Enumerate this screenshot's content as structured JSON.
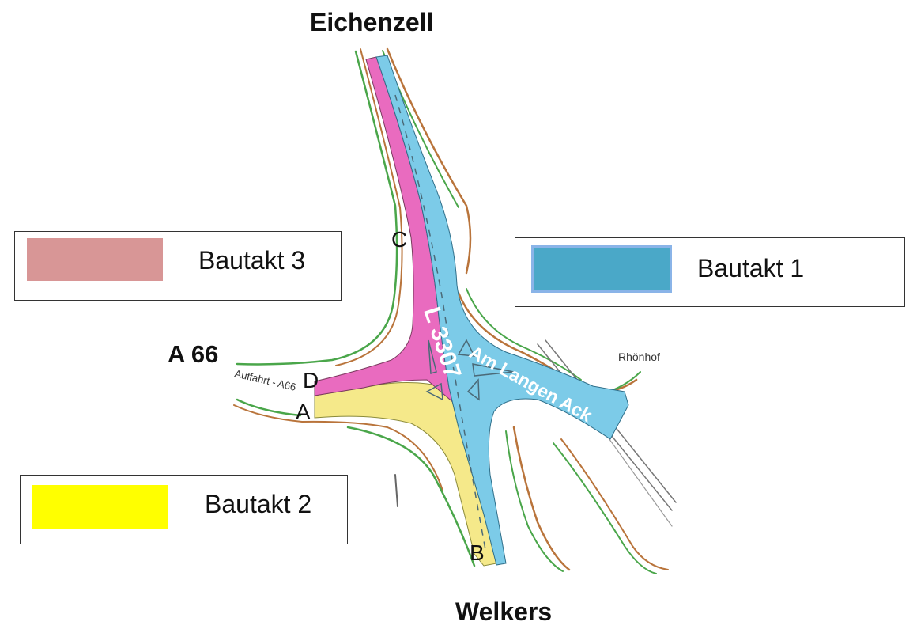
{
  "places": {
    "north": "Eichenzell",
    "south": "Welkers",
    "west": "A 66"
  },
  "legend": [
    {
      "label": "Bautakt 3",
      "color": "#d89696"
    },
    {
      "label": "Bautakt 1",
      "color": "#4aa8c8"
    },
    {
      "label": "Bautakt 2",
      "color": "#ffff00"
    }
  ],
  "map": {
    "road_main": "L 3307",
    "road_east": "Am Langen Ack",
    "ramp_label": "Auffahrt - A66",
    "locality": "Rhönhof",
    "points": [
      "A",
      "B",
      "C",
      "D"
    ],
    "colors": {
      "phase1": "#7ccbe8",
      "phase2": "#f5e98a",
      "phase3": "#e96bbf",
      "line_green": "#4aa64a",
      "line_brown": "#b9743b"
    }
  }
}
